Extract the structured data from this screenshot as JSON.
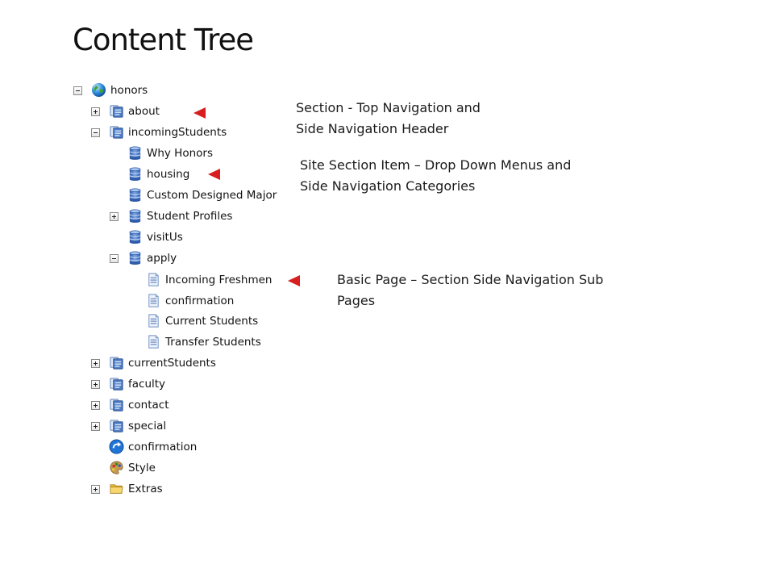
{
  "title": "Content Tree",
  "tree": [
    {
      "label": "honors",
      "icon": "globe-icon",
      "toggle": "minus"
    },
    {
      "label": "about",
      "icon": "section-icon",
      "toggle": "plus"
    },
    {
      "label": "incomingStudents",
      "icon": "section-icon",
      "toggle": "minus"
    },
    {
      "label": "Why Honors",
      "icon": "database-icon",
      "toggle": ""
    },
    {
      "label": "housing",
      "icon": "database-icon",
      "toggle": ""
    },
    {
      "label": "Custom Designed Major",
      "icon": "database-icon",
      "toggle": ""
    },
    {
      "label": "Student Profiles",
      "icon": "database-icon",
      "toggle": "plus"
    },
    {
      "label": "visitUs",
      "icon": "database-icon",
      "toggle": ""
    },
    {
      "label": "apply",
      "icon": "database-icon",
      "toggle": "minus"
    },
    {
      "label": "Incoming Freshmen",
      "icon": "page-icon",
      "toggle": ""
    },
    {
      "label": "confirmation",
      "icon": "page-icon",
      "toggle": ""
    },
    {
      "label": "Current Students",
      "icon": "page-icon",
      "toggle": ""
    },
    {
      "label": "Transfer Students",
      "icon": "page-icon",
      "toggle": ""
    },
    {
      "label": "currentStudents",
      "icon": "section-icon",
      "toggle": "plus"
    },
    {
      "label": "faculty",
      "icon": "section-icon",
      "toggle": "plus"
    },
    {
      "label": "contact",
      "icon": "section-icon",
      "toggle": "plus"
    },
    {
      "label": "special",
      "icon": "section-icon",
      "toggle": "plus"
    },
    {
      "label": "confirmation",
      "icon": "redirect-icon",
      "toggle": ""
    },
    {
      "label": "Style",
      "icon": "palette-icon",
      "toggle": ""
    },
    {
      "label": "Extras",
      "icon": "folder-icon",
      "toggle": "plus"
    }
  ],
  "annotations": [
    {
      "lines": [
        "Section - Top Navigation and",
        "Side Navigation Header"
      ]
    },
    {
      "lines": [
        "Site Section Item – Drop Down Menus and",
        "Side Navigation Categories"
      ]
    },
    {
      "lines": [
        "Basic Page – Section Side Navigation Sub",
        "Pages"
      ]
    }
  ],
  "colors": {
    "arrow": "#d81e1e",
    "text": "#121212",
    "background": "#ffffff"
  }
}
